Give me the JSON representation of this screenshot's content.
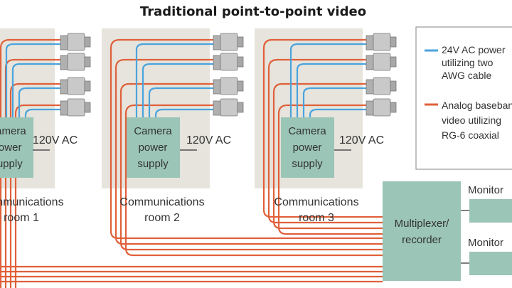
{
  "title": "Traditional point-to-point video",
  "rooms": [
    {
      "box_label": [
        "Camera",
        "power",
        "supply"
      ],
      "ac_label": "120V AC",
      "room_label": [
        "Communications",
        "room 1"
      ]
    },
    {
      "box_label": [
        "Camera",
        "power",
        "supply"
      ],
      "ac_label": "120V AC",
      "room_label": [
        "Communications",
        "room 2"
      ]
    },
    {
      "box_label": [
        "Camera",
        "power",
        "supply"
      ],
      "ac_label": "120V AC",
      "room_label": [
        "Communications",
        "room 3"
      ]
    }
  ],
  "legend": {
    "items": [
      {
        "color": "#4aa3dd",
        "lines": [
          "24V AC power",
          "utilizing two",
          "AWG cable"
        ]
      },
      {
        "color": "#e0603a",
        "lines": [
          "Analog baseband",
          "video utilizing",
          "RG-6 coaxial"
        ]
      }
    ]
  },
  "multiplexer": {
    "lines": [
      "Multiplexer/",
      "recorder"
    ]
  },
  "monitors": [
    {
      "label": "Monitor"
    },
    {
      "label": "Monitor"
    }
  ],
  "colors": {
    "power_line": "#4aa3dd",
    "video_line": "#e0603a",
    "room_bg": "#e6e4dc",
    "box_fill": "#9bc5b6",
    "device_fill": "#9bc5b6",
    "camera_fill": "#c9c9c9"
  }
}
